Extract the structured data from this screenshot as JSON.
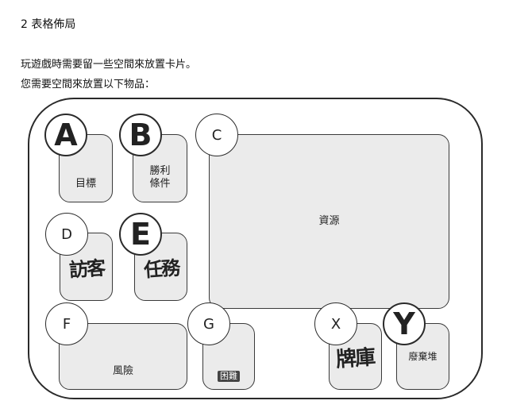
{
  "heading": "2 表格佈局",
  "intro": {
    "line1": "玩遊戲時需要留一些空間來放置卡片。",
    "line2": "您需要空間來放置以下物品："
  },
  "zones": {
    "goal": {
      "letter": "A",
      "label": "目標"
    },
    "win": {
      "letter": "B",
      "label_line1": "勝利",
      "label_line2": "條件"
    },
    "resources": {
      "letter": "C",
      "label": "資源"
    },
    "visitors": {
      "letter": "D",
      "label": "訪客"
    },
    "tasks": {
      "letter": "E",
      "label": "任務"
    },
    "risk": {
      "letter": "F",
      "label": "風險"
    },
    "difficulty": {
      "letter": "G",
      "label": "困難"
    },
    "deck": {
      "letter": "X",
      "label": "牌庫"
    },
    "discard": {
      "letter": "Y",
      "label": "廢棄堆"
    }
  }
}
